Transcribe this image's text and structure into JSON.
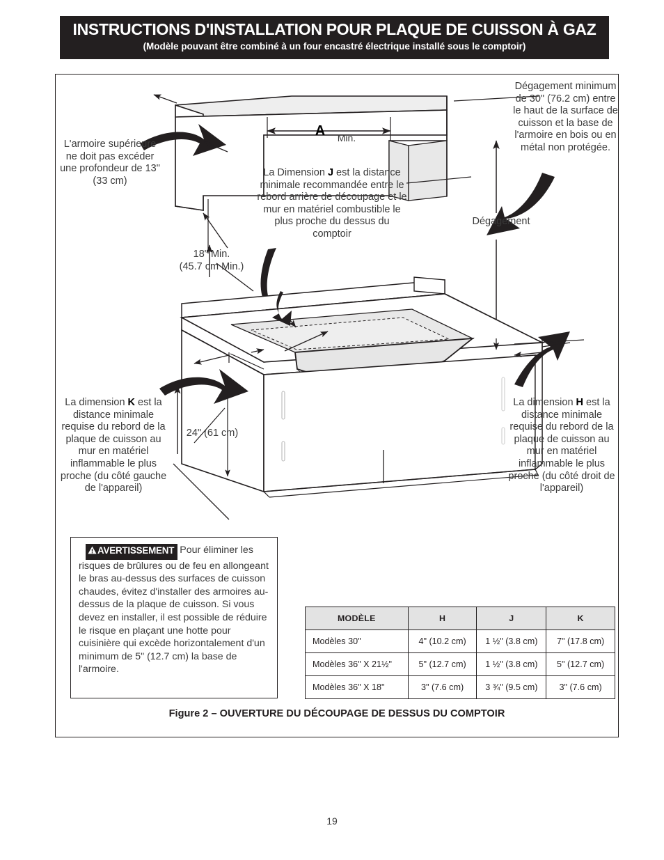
{
  "header": {
    "title": "INSTRUCTIONS D'INSTALLATION POUR PLAQUE DE CUISSON À GAZ",
    "subtitle": "(Modèle pouvant être combiné à un four encastré électrique installé sous le comptoir)"
  },
  "callouts": {
    "upper_cabinet_depth": "L'armoire supérieure ne doit pas excéder une profondeur de 13\" (33 cm)",
    "dimension_a_label": "A",
    "dimension_a_sub": "Min.",
    "dimension_j_text_pre": "La Dimension ",
    "dimension_j_letter": "J",
    "dimension_j_text_post": " est la distance minimale recommandée entre le rebord arrière de découpage et le mur en matériel combustible le plus proche du dessus du comptoir",
    "clearance_30_text": "Dégagement minimum de 30\" (76.2 cm) entre le haut de la surface de cuisson et la base de l'armoire en bois ou en métal non protégée.",
    "clearance_label": "Dégagement",
    "min_18_line1": "18\" Min.",
    "min_18_line2": "(45.7 cm Min.)",
    "depth_24": "24\" (61 cm)",
    "dimension_k_text_pre": "La dimension ",
    "dimension_k_letter": "K",
    "dimension_k_text_post": " est la distance minimale requise du rebord de la plaque de cuisson au mur en matériel inflammable le plus proche (du côté gauche de l'appareil)",
    "dimension_h_text_pre": "La dimension ",
    "dimension_h_letter": "H",
    "dimension_h_text_post": " est la distance minimale requise du rebord de la plaque de cuisson au mur en matériel inflammable le plus proche (du côté droit de l'appareil)"
  },
  "warning": {
    "badge_label": "AVERTISSEMENT",
    "body": "Pour éliminer les risques de brûlures ou de feu en allongeant le bras au-dessus des surfaces de cuisson chaudes, évitez d'installer des armoires au-dessus de la plaque de cuisson. Si vous devez en installer, il est possible de réduire le risque en plaçant une hotte pour cuisinière qui excède horizontalement d'un minimum de 5\" (12.7 cm) la base de l'armoire."
  },
  "table": {
    "headers": [
      "MODÈLE",
      "H",
      "J",
      "K"
    ],
    "rows": [
      {
        "model": "Modèles 30\"",
        "h": "4\" (10.2 cm)",
        "j": "1 ½\" (3.8 cm)",
        "k": "7\" (17.8 cm)"
      },
      {
        "model": "Modèles 36\" X 21½\"",
        "h": "5\" (12.7 cm)",
        "j": "1 ½\" (3.8 cm)",
        "k": "5\" (12.7 cm)"
      },
      {
        "model": "Modèles 36\" X 18\"",
        "h": "3\" (7.6 cm)",
        "j": "3 ¾\" (9.5 cm)",
        "k": "3\" (7.6 cm)"
      }
    ]
  },
  "figure_caption": "Figure 2 – OUVERTURE DU DÉCOUPAGE DE DESSUS DU COMPTOIR",
  "page_number": "19",
  "colors": {
    "ink": "#231f20",
    "text_gray": "#3a3a3a",
    "panel_fill": "#e8e8e8",
    "table_header_fill": "#e3e3e3"
  }
}
